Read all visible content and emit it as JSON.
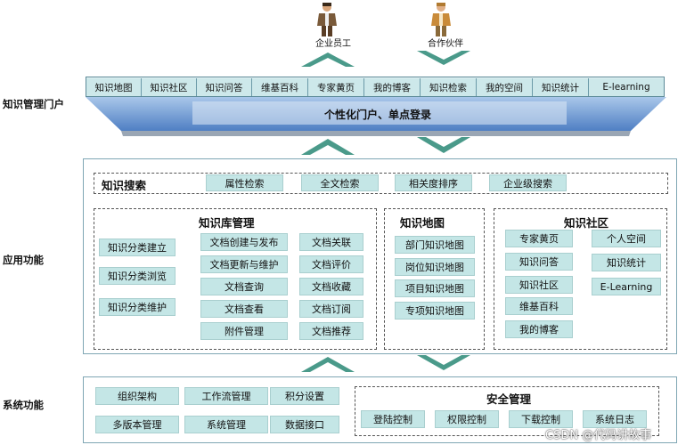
{
  "people": {
    "employee": "企业员工",
    "partner": "合作伙伴"
  },
  "portal": {
    "side_label": "知识管理门户",
    "items": [
      "知识地图",
      "知识社区",
      "知识问答",
      "维基百科",
      "专家黄页",
      "我的博客",
      "知识检索",
      "我的空间",
      "知识统计",
      "E-learning"
    ],
    "screen_label": "个性化门户、单点登录"
  },
  "app": {
    "side_label": "应用功能",
    "search": {
      "title": "知识搜索",
      "items": [
        "属性检索",
        "全文检索",
        "相关度排序",
        "企业级搜索"
      ]
    },
    "repo": {
      "title": "知识库管理",
      "left": [
        "知识分类建立",
        "知识分类浏览",
        "知识分类维护"
      ],
      "mid": [
        "文档创建与发布",
        "文档更新与维护",
        "文档查询",
        "文档查看",
        "附件管理"
      ],
      "right": [
        "文档关联",
        "文档评价",
        "文档收藏",
        "文档订阅",
        "文档推荐"
      ]
    },
    "map": {
      "title": "知识地图",
      "items": [
        "部门知识地图",
        "岗位知识地图",
        "项目知识地图",
        "专项知识地图"
      ]
    },
    "community": {
      "title": "知识社区",
      "left": [
        "专家黄页",
        "知识问答",
        "知识社区",
        "维基百科",
        "我的博客"
      ],
      "right": [
        "个人空间",
        "知识统计",
        "E-Learning"
      ]
    }
  },
  "system": {
    "side_label": "系统功能",
    "row1": [
      "组织架构",
      "工作流管理",
      "积分设置"
    ],
    "row2": [
      "多版本管理",
      "系统管理",
      "数据接口"
    ],
    "security": {
      "title": "安全管理",
      "items": [
        "登陆控制",
        "权限控制",
        "下载控制",
        "系统日志"
      ]
    }
  },
  "watermark": "CSDN @代码讲故事"
}
